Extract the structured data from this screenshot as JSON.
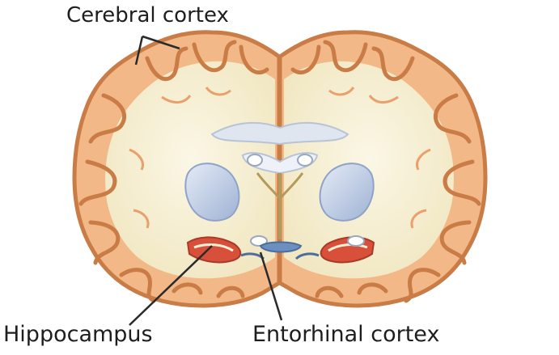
{
  "labels": {
    "cerebral_cortex": "Cerebral cortex",
    "hippocampus": "Hippocampus",
    "entorhinal_cortex": "Entorhinal cortex"
  },
  "colors": {
    "background": "#ffffff",
    "cortex_fill": "#f2b887",
    "cortex_outline": "#c97c45",
    "white_matter": "#f7f1d6",
    "basal_ganglia": "#b9c8e3",
    "ventricle": "#dfe6f0",
    "hippocampus": "#d9503a",
    "leader_line": "#2a2a2a"
  }
}
